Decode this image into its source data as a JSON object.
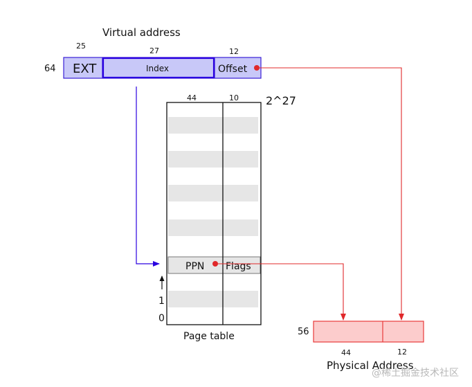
{
  "virtual_address": {
    "title": "Virtual address",
    "total_bits": "64",
    "fields": [
      {
        "label": "EXT",
        "bits": "25"
      },
      {
        "label": "Index",
        "bits": "27"
      },
      {
        "label": "Offset",
        "bits": "12"
      }
    ]
  },
  "page_table": {
    "caption": "Page table",
    "entries_label": "2^27",
    "columns": [
      {
        "bits": "44"
      },
      {
        "bits": "10"
      }
    ],
    "selected_entry": {
      "ppn": "PPN",
      "flags": "Flags"
    },
    "row_labels": [
      "1",
      "0"
    ]
  },
  "physical_address": {
    "title": "Physical Address",
    "total_bits": "56",
    "fields": [
      {
        "bits": "44"
      },
      {
        "bits": "12"
      }
    ]
  },
  "watermark": "@稀土掘金技术社区",
  "colors": {
    "virtual_fill": "#c8c8f8",
    "virtual_border": "#3a1fd6",
    "index_border": "#2a00e0",
    "arrow_blue": "#2a00e0",
    "arrow_red": "#e0282a",
    "physical_fill": "#fccccc",
    "physical_border": "#e83a3a",
    "row_stripe": "#e6e6e6"
  }
}
